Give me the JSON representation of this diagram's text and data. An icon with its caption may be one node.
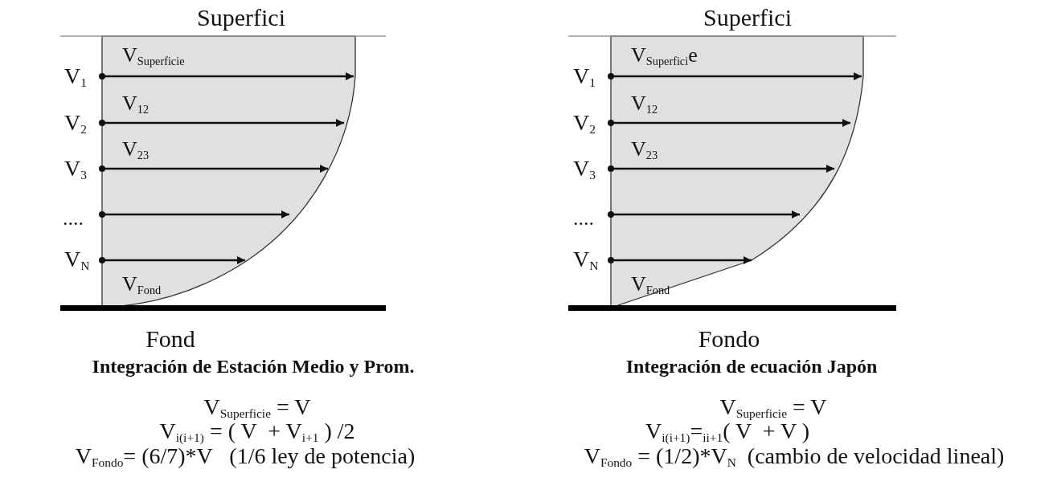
{
  "diagram": {
    "labels": [
      "Superfici",
      "V$_{Superficie}$",
      "V$_{1}$",
      "V$_{12}$",
      "V$_{2}$",
      "V$_{23}$",
      "V$_{3}$",
      "....",
      "V$_{N}$",
      "V$_{Fond}$",
      "Fond",
      "Integración de Estación Medio y Prom.",
      "V$_{Superficie}$ = V",
      "V$_{i(i+1)}$ = ( V  + V$_{i+1}$ ) /2",
      "V$_{Fondo}$= (6/7)*V   (1/6 ley de potencia)",
      "Superfici",
      "V$_{Superfici}$e",
      "V$_{1}$",
      "V$_{12}$",
      "V$_{2}$",
      "V$_{23}$",
      "V$_{3}$",
      "....",
      "V$_{N}$",
      "V$_{Fond}$",
      "Fondo",
      "Integración de ecuación Japón",
      "V$_{Superficie}$ = V",
      "V$_{i(i+1)}$=$_{ii+1}$( V  + V )",
      "V$_{Fondo}$ = (1/2)*V$_{N}$  (cambio de velocidad lineal)"
    ]
  }
}
